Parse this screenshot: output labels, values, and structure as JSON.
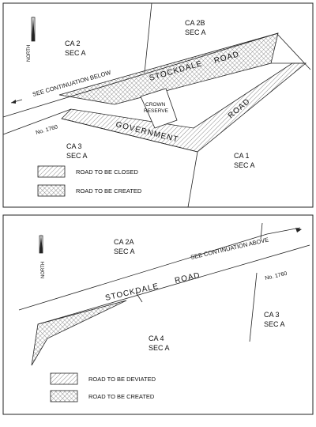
{
  "top_map": {
    "parcels": {
      "ca2": {
        "name": "CA 2",
        "sec": "SEC A"
      },
      "ca2b": {
        "name": "CA 2B",
        "sec": "SEC A"
      },
      "ca3": {
        "name": "CA 3",
        "sec": "SEC A"
      },
      "ca1": {
        "name": "CA 1",
        "sec": "SEC A"
      }
    },
    "north": "NORTH",
    "continuation": "SEE CONTINUATION BELOW",
    "stockdale": "STOCKDALE",
    "road_word": "ROAD",
    "crown_reserve_1": "CROWN",
    "crown_reserve_2": "RESERVE",
    "government": "GOVERNMENT",
    "road_diag": "ROAD",
    "number": "No. 1760",
    "legend": {
      "closed": "ROAD TO BE CLOSED",
      "created": "ROAD TO BE  CREATED"
    }
  },
  "bottom_map": {
    "parcels": {
      "ca2a": {
        "name": "CA 2A",
        "sec": "SEC A"
      },
      "ca4": {
        "name": "CA 4",
        "sec": "SEC A"
      },
      "ca3": {
        "name": "CA 3",
        "sec": "SEC A"
      }
    },
    "north": "NORTH",
    "continuation": "SEE CONTINUATION ABOVE",
    "stockdale": "STOCKDALE",
    "road_word": "ROAD",
    "number": "No. 1760",
    "legend": {
      "deviated": "ROAD TO BE DEVIATED",
      "created": "ROAD TO BE  CREATED"
    }
  },
  "colors": {
    "line": "#222222",
    "hatch": "#555555",
    "background": "#ffffff"
  }
}
